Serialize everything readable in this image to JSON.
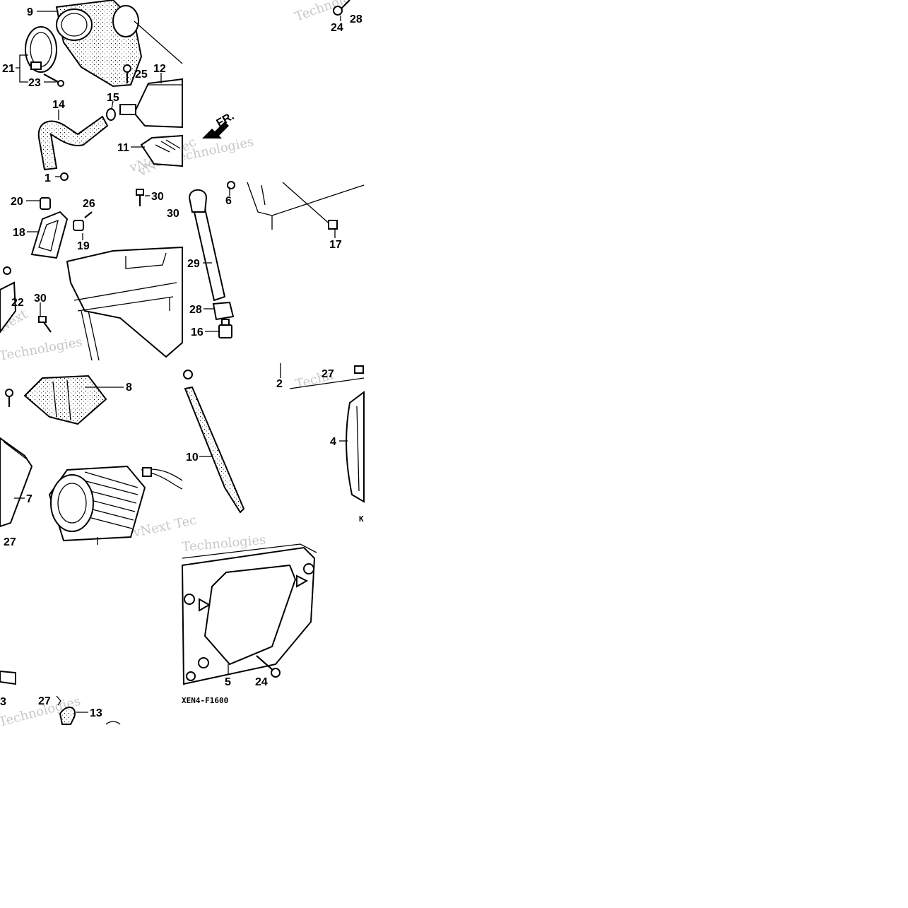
{
  "callouts": [
    "9",
    "21",
    "23",
    "14",
    "15",
    "25",
    "12",
    "11",
    "1",
    "24",
    "28",
    "20",
    "26",
    "30",
    "30",
    "18",
    "19",
    "22",
    "30",
    "6",
    "17",
    "29",
    "28",
    "16",
    "8",
    "7",
    "27",
    "10",
    "2",
    "27",
    "4",
    "5",
    "24",
    "27",
    "13",
    "3"
  ],
  "arrow_label": "FR.",
  "diagram_code": "XEN4-F1600",
  "watermarks": [
    "vNext Technologies",
    "vNext Tec",
    "Technolo",
    "Techn",
    "vNext Tec",
    "Technologies",
    "Next",
    "Technologies",
    "Technologies",
    "K"
  ]
}
